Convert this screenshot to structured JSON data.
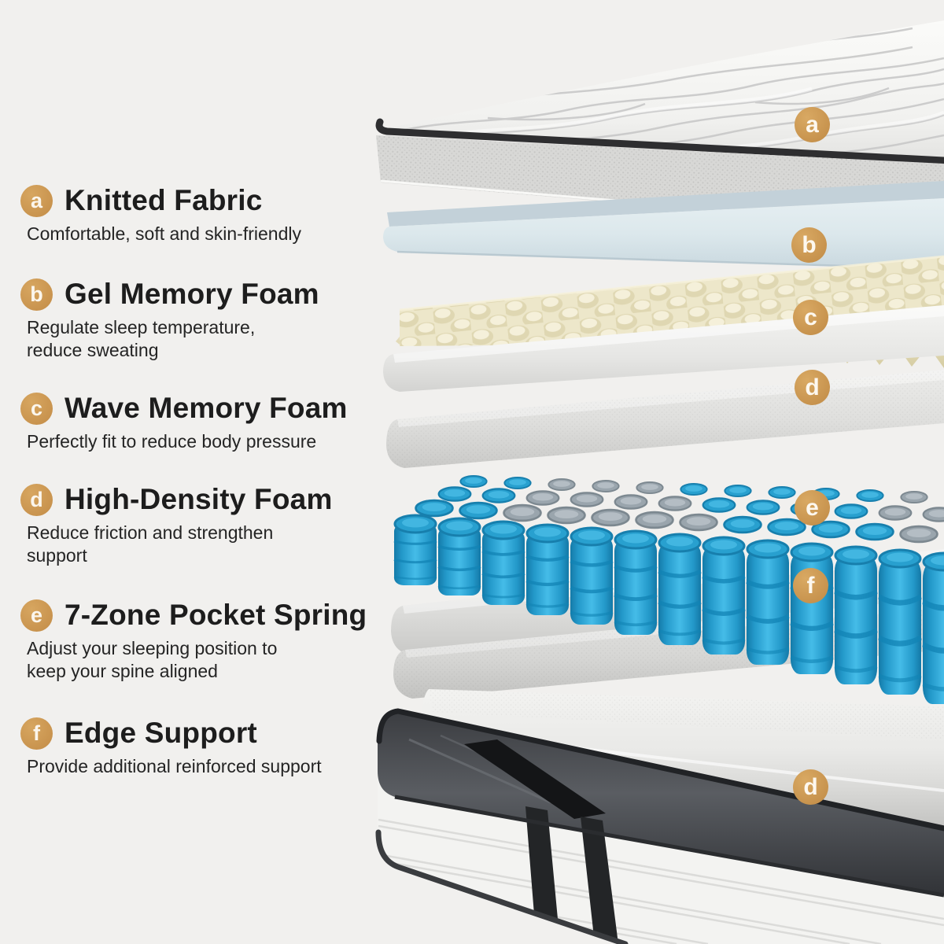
{
  "page": {
    "background": "#F1F0EE",
    "accent_color": "#CD9A55",
    "description_of_image": "Exploded cutaway diagram of a hybrid mattress showing its internal layers"
  },
  "sections": [
    {
      "letter": "a",
      "title": "Knitted Fabric",
      "description": "Comfortable, soft and skin-friendly"
    },
    {
      "letter": "b",
      "title": "Gel Memory Foam",
      "description": "Regulate sleep temperature,\nreduce sweating"
    },
    {
      "letter": "c",
      "title": "Wave Memory Foam",
      "description": "Perfectly fit to reduce body pressure"
    },
    {
      "letter": "d",
      "title": "High-Density Foam",
      "description": "Reduce friction and strengthen\nsupport"
    },
    {
      "letter": "e",
      "title": "7-Zone Pocket Spring",
      "description": "Adjust your sleeping position to\nkeep your spine aligned"
    },
    {
      "letter": "f",
      "title": "Edge Support",
      "description": "Provide additional reinforced support"
    }
  ],
  "image_badges": [
    {
      "letter": "a",
      "layer": "knitted-fabric-top"
    },
    {
      "letter": "b",
      "layer": "gel-memory-foam"
    },
    {
      "letter": "c",
      "layer": "wave-memory-foam"
    },
    {
      "letter": "d",
      "layer": "high-density-foam"
    },
    {
      "letter": "e",
      "layer": "7-zone-pocket-spring"
    },
    {
      "letter": "f",
      "layer": "edge-support"
    },
    {
      "letter": "d",
      "layer": "high-density-foam"
    }
  ],
  "colors": {
    "badge": "#CD9A55",
    "spring_blue": "#2BA7D6",
    "spring_gray": "#9AA5AD",
    "foam_cream": "#EDE6C9",
    "gel_blue": "#D9E5EA",
    "base_dark": "#3A3C40",
    "fabric_white": "#F5F5F3"
  }
}
